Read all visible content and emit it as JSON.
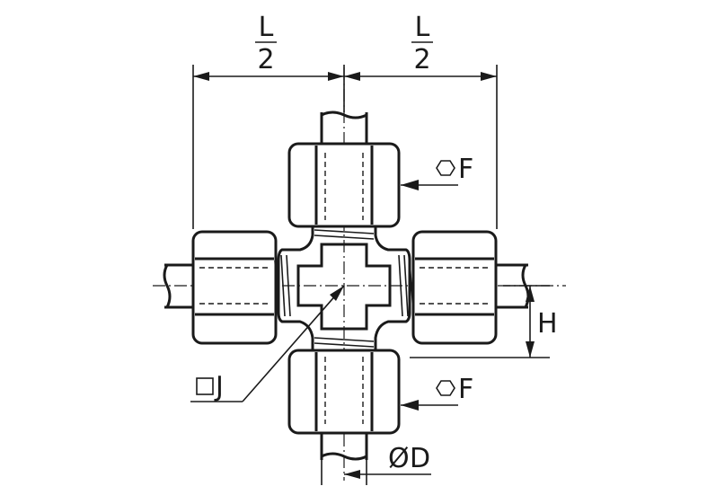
{
  "drawing": {
    "dimension_labels": {
      "length_half_left_numerator": "L",
      "length_half_left_denominator": "2",
      "length_half_right_numerator": "L",
      "length_half_right_denominator": "2",
      "hex_flat_top": "F",
      "hex_flat_bottom": "F",
      "height": "H",
      "square_bore": "J",
      "tube_diameter": "D"
    },
    "symbols": {
      "hex_symbol": "hexagon",
      "square_symbol": "square",
      "diameter_symbol": "Ø"
    },
    "colors": {
      "line": "#1a1a1a",
      "background": "#ffffff"
    }
  }
}
